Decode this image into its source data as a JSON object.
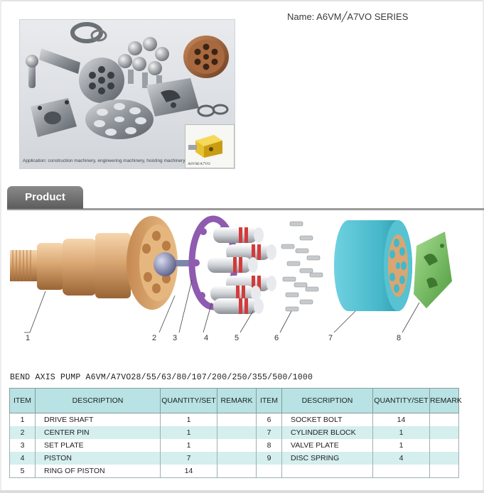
{
  "header": {
    "name_text": "Name: A6VM╱A7VO SERIES",
    "application_text": "Application: construction machinery, engineering machinery, hoisting machinery",
    "inset_label": "A6VM/A7VO"
  },
  "section": {
    "tab_label": "Product"
  },
  "diagram": {
    "callouts": [
      "1",
      "2",
      "3",
      "4",
      "5",
      "6",
      "7",
      "8"
    ]
  },
  "series_title": "BEND AXIS PUMP A6VM/A7VO28/55/63/80/107/200/250/355/500/1000",
  "table": {
    "headers": [
      "ITEM",
      "DESCRIPTION",
      "QUANTITY/SET",
      "REMARK",
      "ITEM",
      "DESCRIPTION",
      "QUANTITY/SET",
      "REMARK"
    ],
    "rows": [
      [
        "1",
        "DRIVE SHAFT",
        "1",
        "",
        "6",
        "SOCKET BOLT",
        "14",
        ""
      ],
      [
        "2",
        "CENTER PIN",
        "1",
        "",
        "7",
        "CYLINDER BLOCK",
        "1",
        ""
      ],
      [
        "3",
        "SET PLATE",
        "1",
        "",
        "8",
        "VALVE PLATE",
        "1",
        ""
      ],
      [
        "4",
        "PISTON",
        "7",
        "",
        "9",
        "DISC SPRING",
        "4",
        ""
      ],
      [
        "5",
        "RING OF PISTON",
        "14",
        "",
        "",
        "",
        "",
        ""
      ]
    ]
  },
  "colors": {
    "table_header": "#b8e2e3",
    "table_alt_row": "#d5eeee",
    "drive_shaft": "#d9a672",
    "set_plate": "#8e5bb0",
    "cylinder_block": "#45b7c9",
    "valve_plate": "#7ec46b"
  }
}
